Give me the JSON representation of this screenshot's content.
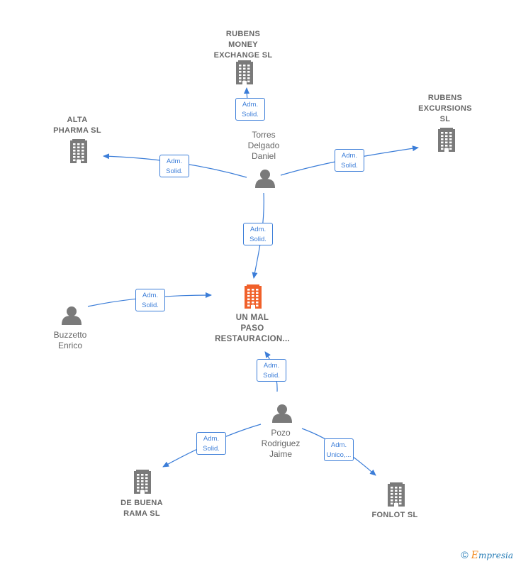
{
  "nodes": {
    "rubens_money": {
      "label": "RUBENS\nMONEY\nEXCHANGE  SL",
      "type": "company"
    },
    "rubens_excursions": {
      "label": "RUBENS\nEXCURSIONS\nSL",
      "type": "company"
    },
    "alta_pharma": {
      "label": "ALTA\nPHARMA  SL",
      "type": "company"
    },
    "torres": {
      "label": "Torres\nDelgado\nDaniel",
      "type": "person"
    },
    "main": {
      "label": "UN MAL\nPASO\nRESTAURACION...",
      "type": "company-main"
    },
    "buzzetto": {
      "label": "Buzzetto\nEnrico",
      "type": "person"
    },
    "pozo": {
      "label": "Pozo\nRodriguez\nJaime",
      "type": "person"
    },
    "de_buena_rama": {
      "label": "DE BUENA\nRAMA  SL",
      "type": "company"
    },
    "fonlot": {
      "label": "FONLOT SL",
      "type": "company"
    }
  },
  "edges": [
    {
      "from": "torres",
      "to": "rubens_money",
      "label1": "Adm.",
      "label2": "Solid."
    },
    {
      "from": "torres",
      "to": "alta_pharma",
      "label1": "Adm.",
      "label2": "Solid."
    },
    {
      "from": "torres",
      "to": "rubens_excursions",
      "label1": "Adm.",
      "label2": "Solid."
    },
    {
      "from": "torres",
      "to": "main",
      "label1": "Adm.",
      "label2": "Solid."
    },
    {
      "from": "buzzetto",
      "to": "main",
      "label1": "Adm.",
      "label2": "Solid."
    },
    {
      "from": "pozo",
      "to": "main",
      "label1": "Adm.",
      "label2": "Solid."
    },
    {
      "from": "pozo",
      "to": "de_buena_rama",
      "label1": "Adm.",
      "label2": "Solid."
    },
    {
      "from": "pozo",
      "to": "fonlot",
      "label1": "Adm.",
      "label2": "Unico,..."
    }
  ],
  "colors": {
    "company": "#7a7a7a",
    "main": "#f0602a",
    "person": "#7a7a7a",
    "edge": "#3b7dd8"
  },
  "footer": {
    "copyright": "©",
    "brand_first": "E",
    "brand_rest": "mpresia"
  }
}
